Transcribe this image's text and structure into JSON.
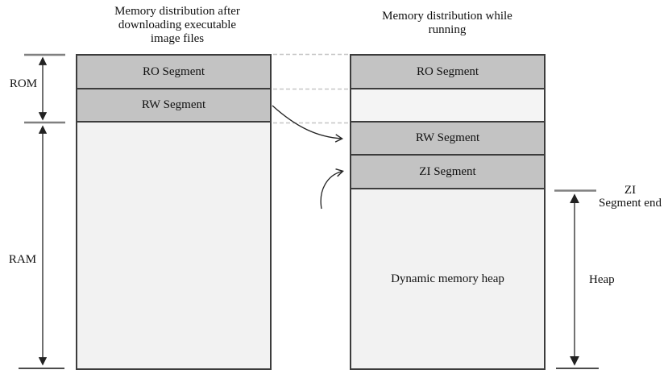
{
  "titles": {
    "left": [
      "Memory distribution after",
      "downloading executable",
      "image files"
    ],
    "right": [
      "Memory distribution while",
      "running"
    ]
  },
  "left_box": {
    "ro_label": "RO Segment",
    "rw_label": "RW Segment"
  },
  "right_box": {
    "ro_label": "RO Segment",
    "rw_label": "RW Segment",
    "zi_label": "ZI Segment",
    "heap_label": "Dynamic memory heap"
  },
  "annotations": {
    "rom": "ROM",
    "ram": "RAM",
    "zi_end_line1": "ZI",
    "zi_end_line2": "Segment end",
    "heap": "Heap"
  },
  "colors": {
    "segment_fill": "#c3c3c3",
    "light_fill": "#f2f2f2",
    "box_border": "#3c3c3c",
    "tick_gray": "#808080",
    "dashed_connector": "#c6c6c6",
    "arrow": "#222222"
  }
}
